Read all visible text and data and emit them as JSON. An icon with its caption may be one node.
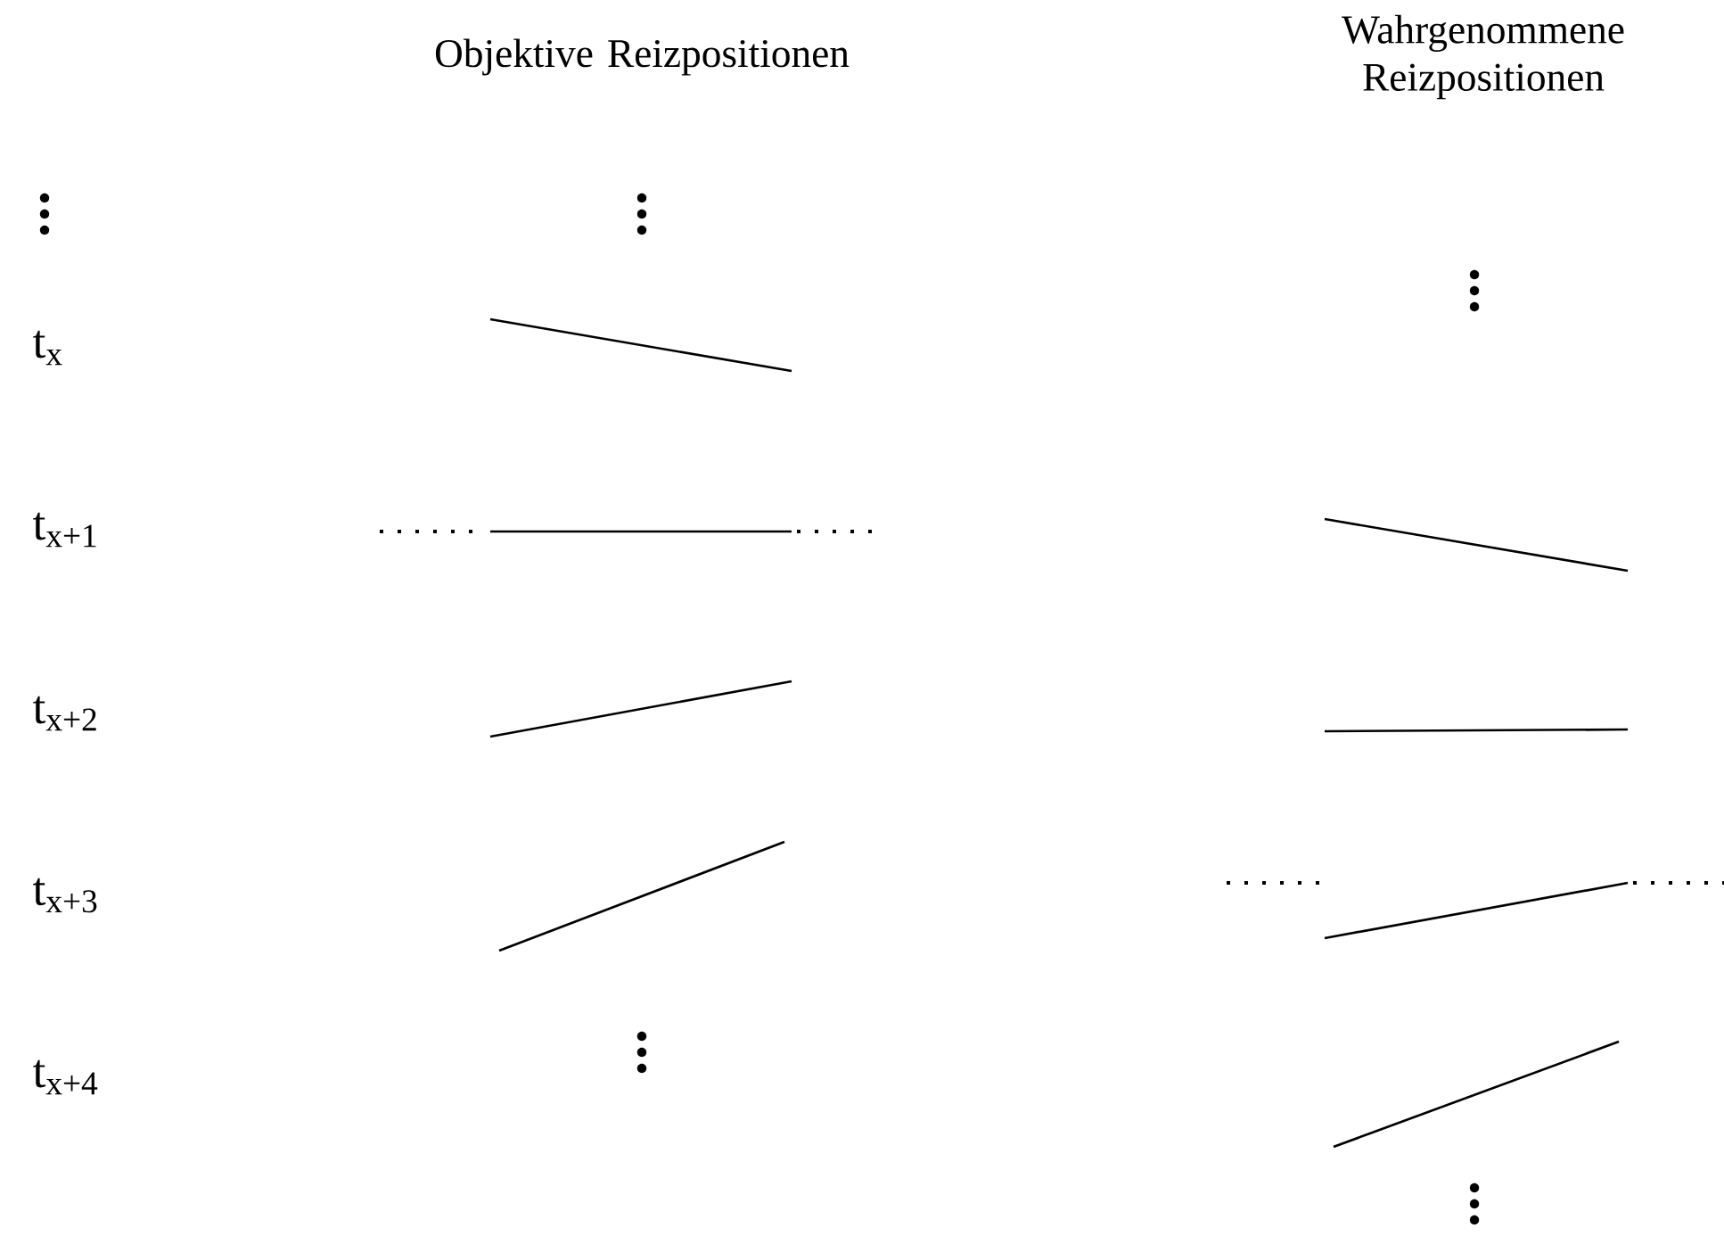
{
  "diagram": {
    "labels": [
      "Objektive Reizpositionen",
      "Wahrgenommene Reizpositionen",
      "t$_{x}$",
      "t$_{x+1}$",
      "t$_{x+2}$",
      "t$_{x+3}$",
      "t$_{x+4}$"
    ]
  }
}
